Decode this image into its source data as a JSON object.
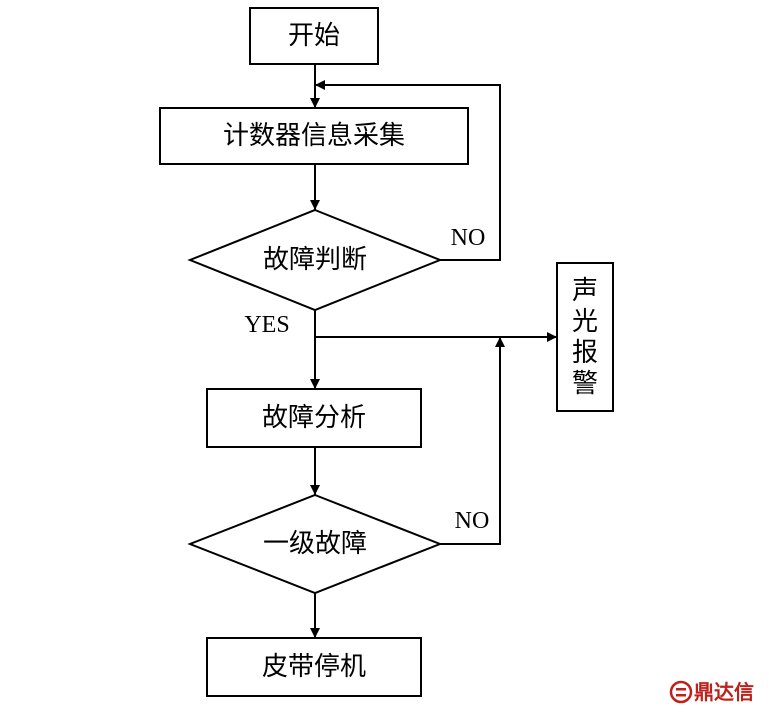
{
  "nodes": {
    "start": "开始",
    "collect": "计数器信息采集",
    "fault_check": "故障判断",
    "alarm": [
      "声",
      "光",
      "报",
      "警"
    ],
    "analysis": "故障分析",
    "level_one": "一级故障",
    "stop": "皮带停机"
  },
  "labels": {
    "no_top": "NO",
    "yes": "YES",
    "no_bottom": "NO"
  },
  "watermark": "鼎达信",
  "colors": {
    "line": "#000000",
    "logo": "#c0201a"
  }
}
